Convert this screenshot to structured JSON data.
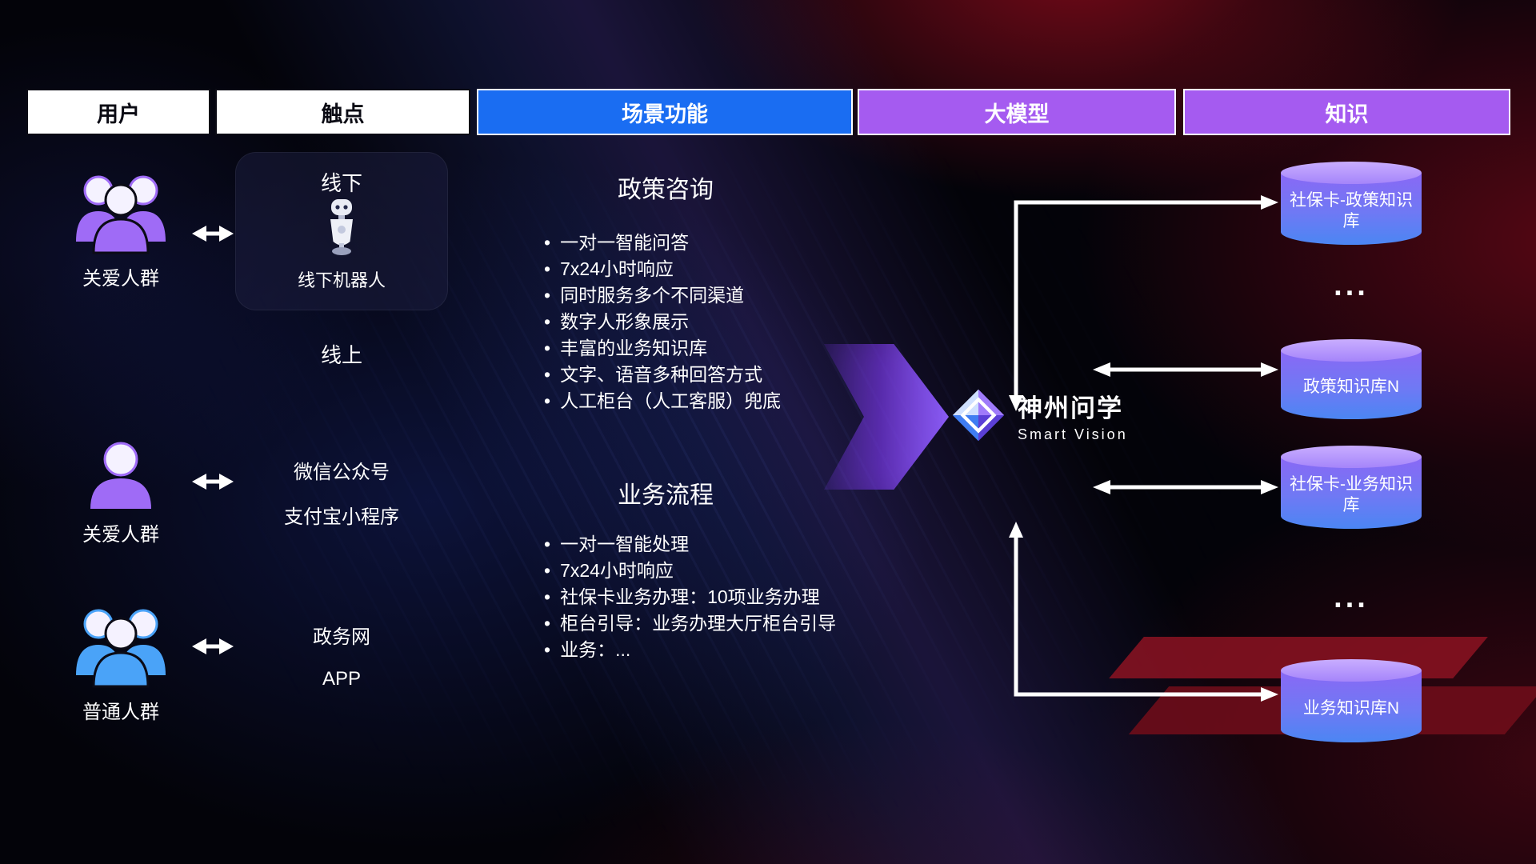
{
  "colors": {
    "header-blue": "#1a6df2",
    "header-purple": "#a55bf0",
    "user-purple": "#9f6bf6",
    "user-blue": "#4aa3f8",
    "accent-purple-arrow": "#8b5cf6",
    "db-top": "#a585fa",
    "db-bottom": "#4b86f3",
    "connector-white": "#ffffff"
  },
  "header": {
    "columns": [
      {
        "label": "用户"
      },
      {
        "label": "触点"
      },
      {
        "label": "场景功能"
      },
      {
        "label": "大模型"
      },
      {
        "label": "知识"
      }
    ]
  },
  "users": [
    {
      "label": "关爱人群",
      "icon": "group-icon",
      "color": "purple"
    },
    {
      "label": "关爱人群",
      "icon": "person-icon",
      "color": "purple"
    },
    {
      "label": "普通人群",
      "icon": "group-icon",
      "color": "blue"
    }
  ],
  "touchpoints": {
    "offline_title": "线下",
    "offline_robot_label": "线下机器人",
    "online_title": "线上",
    "channels": [
      "微信公众号",
      "支付宝小程序",
      "政务网",
      "APP"
    ]
  },
  "scenarios": [
    {
      "title": "政策咨询",
      "items": [
        "一对一智能问答",
        "7x24小时响应",
        "同时服务多个不同渠道",
        "数字人形象展示",
        "丰富的业务知识库",
        "文字、语音多种回答方式",
        "人工柜台（人工客服）兜底"
      ]
    },
    {
      "title": "业务流程",
      "items": [
        "一对一智能处理",
        "7x24小时响应",
        "社保卡业务办理：10项业务办理",
        "柜台引导：业务办理大厅柜台引导",
        "业务：..."
      ]
    }
  ],
  "model": {
    "name": "神州问学",
    "subtitle": "Smart Vision"
  },
  "knowledge": {
    "db1": "社保卡-政策知识库",
    "ellipsis1": "...",
    "db2": "政策知识库N",
    "db3": "社保卡-业务知识库",
    "ellipsis2": "...",
    "db4": "业务知识库N"
  }
}
